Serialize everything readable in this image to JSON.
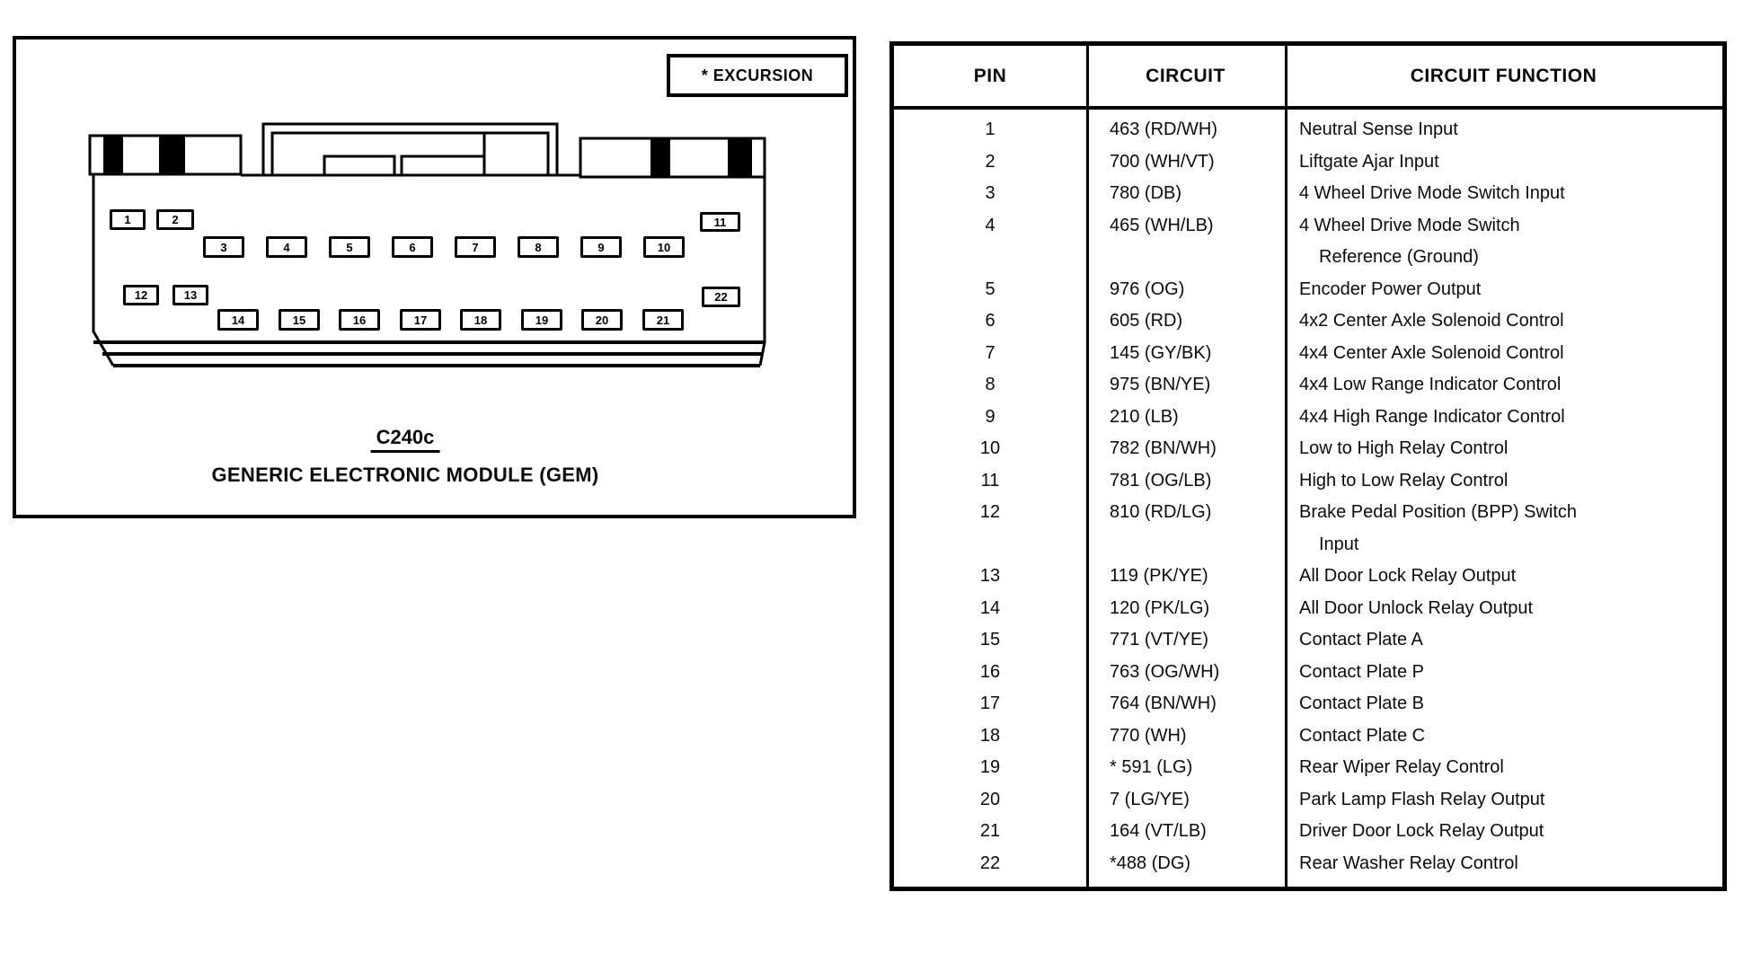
{
  "diagram": {
    "excursion_label": "* EXCURSION",
    "connector_id": "C240c",
    "connector_name": "GENERIC ELECTRONIC MODULE (GEM)",
    "pins": [
      "1",
      "2",
      "3",
      "4",
      "5",
      "6",
      "7",
      "8",
      "9",
      "10",
      "11",
      "12",
      "13",
      "14",
      "15",
      "16",
      "17",
      "18",
      "19",
      "20",
      "21",
      "22"
    ]
  },
  "table": {
    "headers": [
      "PIN",
      "CIRCUIT",
      "CIRCUIT FUNCTION"
    ],
    "rows": [
      {
        "pin": "1",
        "circuit": "463 (RD/WH)",
        "function_lines": [
          "Neutral Sense Input"
        ]
      },
      {
        "pin": "2",
        "circuit": "700 (WH/VT)",
        "function_lines": [
          "Liftgate Ajar Input"
        ]
      },
      {
        "pin": "3",
        "circuit": "780 (DB)",
        "function_lines": [
          "4 Wheel Drive Mode Switch Input"
        ]
      },
      {
        "pin": "4",
        "circuit": "465 (WH/LB)",
        "function_lines": [
          "4 Wheel Drive Mode Switch",
          "Reference (Ground)"
        ]
      },
      {
        "pin": "5",
        "circuit": "976 (OG)",
        "function_lines": [
          "Encoder Power Output"
        ]
      },
      {
        "pin": "6",
        "circuit": "605 (RD)",
        "function_lines": [
          "4x2 Center Axle Solenoid Control"
        ]
      },
      {
        "pin": "7",
        "circuit": "145 (GY/BK)",
        "function_lines": [
          "4x4 Center Axle Solenoid Control"
        ]
      },
      {
        "pin": "8",
        "circuit": "975 (BN/YE)",
        "function_lines": [
          "4x4 Low Range Indicator Control"
        ]
      },
      {
        "pin": "9",
        "circuit": "210 (LB)",
        "function_lines": [
          "4x4 High Range Indicator Control"
        ]
      },
      {
        "pin": "10",
        "circuit": "782 (BN/WH)",
        "function_lines": [
          "Low to High Relay Control"
        ]
      },
      {
        "pin": "11",
        "circuit": "781 (OG/LB)",
        "function_lines": [
          "High to Low Relay Control"
        ]
      },
      {
        "pin": "12",
        "circuit": "810 (RD/LG)",
        "function_lines": [
          "Brake Pedal Position (BPP) Switch",
          "Input"
        ]
      },
      {
        "pin": "13",
        "circuit": "119 (PK/YE)",
        "function_lines": [
          "All Door Lock Relay Output"
        ]
      },
      {
        "pin": "14",
        "circuit": "120 (PK/LG)",
        "function_lines": [
          "All Door Unlock Relay Output"
        ]
      },
      {
        "pin": "15",
        "circuit": "771 (VT/YE)",
        "function_lines": [
          "Contact Plate A"
        ]
      },
      {
        "pin": "16",
        "circuit": "763 (OG/WH)",
        "function_lines": [
          "Contact Plate P"
        ]
      },
      {
        "pin": "17",
        "circuit": "764 (BN/WH)",
        "function_lines": [
          "Contact Plate B"
        ]
      },
      {
        "pin": "18",
        "circuit": "770 (WH)",
        "function_lines": [
          "Contact Plate C"
        ]
      },
      {
        "pin": "19",
        "circuit": "* 591 (LG)",
        "function_lines": [
          "Rear Wiper Relay Control"
        ]
      },
      {
        "pin": "20",
        "circuit": "7 (LG/YE)",
        "function_lines": [
          "Park Lamp Flash Relay Output"
        ]
      },
      {
        "pin": "21",
        "circuit": "164 (VT/LB)",
        "function_lines": [
          "Driver Door Lock Relay Output"
        ]
      },
      {
        "pin": "22",
        "circuit": "*488 (DG)",
        "function_lines": [
          "Rear Washer Relay Control"
        ]
      }
    ]
  }
}
